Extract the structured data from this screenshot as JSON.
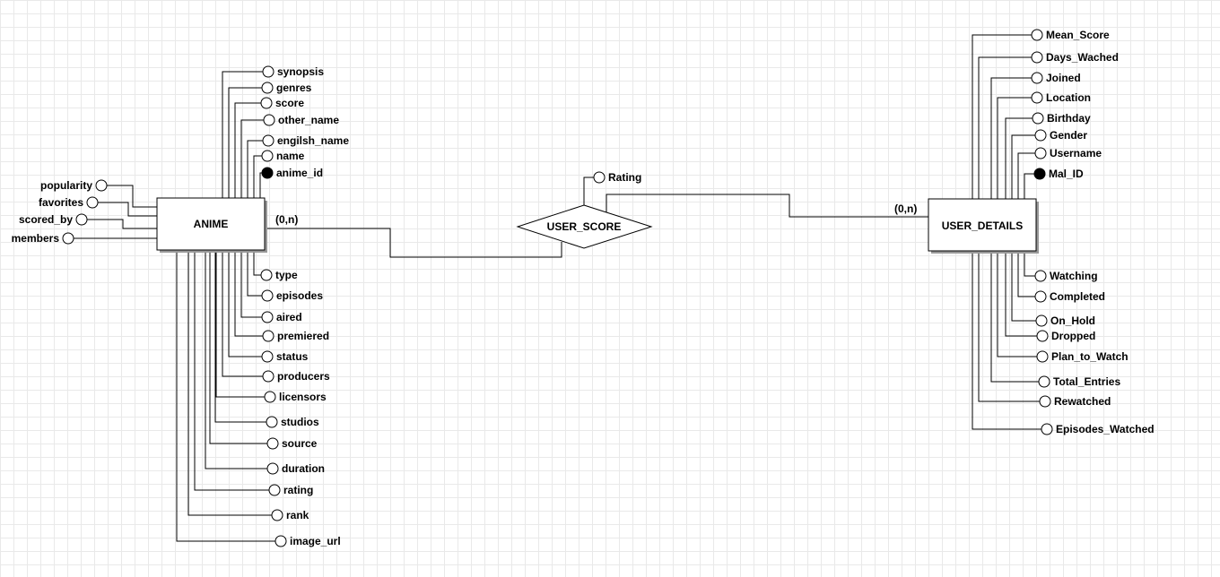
{
  "anime": {
    "name": "ANIME",
    "top_attributes": [
      {
        "label": "synopsis",
        "key": false
      },
      {
        "label": "genres",
        "key": false
      },
      {
        "label": "score",
        "key": false
      },
      {
        "label": "other_name",
        "key": false
      },
      {
        "label": "engilsh_name",
        "key": false
      },
      {
        "label": "name",
        "key": false
      },
      {
        "label": "anime_id",
        "key": true
      }
    ],
    "left_attributes": [
      {
        "label": "popularity",
        "key": false
      },
      {
        "label": "favorites",
        "key": false
      },
      {
        "label": "scored_by",
        "key": false
      },
      {
        "label": "members",
        "key": false
      }
    ],
    "bottom_attributes": [
      {
        "label": "type",
        "key": false
      },
      {
        "label": "episodes",
        "key": false
      },
      {
        "label": "aired",
        "key": false
      },
      {
        "label": "premiered",
        "key": false
      },
      {
        "label": "status",
        "key": false
      },
      {
        "label": "producers",
        "key": false
      },
      {
        "label": "licensors",
        "key": false
      },
      {
        "label": "studios",
        "key": false
      },
      {
        "label": "source",
        "key": false
      },
      {
        "label": "duration",
        "key": false
      },
      {
        "label": "rating",
        "key": false
      },
      {
        "label": "rank",
        "key": false
      },
      {
        "label": "image_url",
        "key": false
      }
    ]
  },
  "user_details": {
    "name": "USER_DETAILS",
    "top_attributes": [
      {
        "label": "Mean_Score",
        "key": false
      },
      {
        "label": "Days_Wached",
        "key": false
      },
      {
        "label": "Joined",
        "key": false
      },
      {
        "label": "Location",
        "key": false
      },
      {
        "label": "Birthday",
        "key": false
      },
      {
        "label": "Gender",
        "key": false
      },
      {
        "label": "Username",
        "key": false
      },
      {
        "label": "Mal_ID",
        "key": true
      }
    ],
    "bottom_attributes": [
      {
        "label": "Watching",
        "key": false
      },
      {
        "label": "Completed",
        "key": false
      },
      {
        "label": "On_Hold",
        "key": false
      },
      {
        "label": "Dropped",
        "key": false
      },
      {
        "label": "Plan_to_Watch",
        "key": false
      },
      {
        "label": "Total_Entries",
        "key": false
      },
      {
        "label": "Rewatched",
        "key": false
      },
      {
        "label": "Episodes_Watched",
        "key": false
      }
    ]
  },
  "relationship": {
    "name": "USER_SCORE",
    "attribute": {
      "label": "Rating",
      "key": false
    },
    "cardinality_anime": "(0,n)",
    "cardinality_user": "(0,n)"
  },
  "colors": {
    "line": "#000000",
    "key_fill": "#000000",
    "attr_fill": "#ffffff",
    "grid": "#e9e9e9"
  }
}
